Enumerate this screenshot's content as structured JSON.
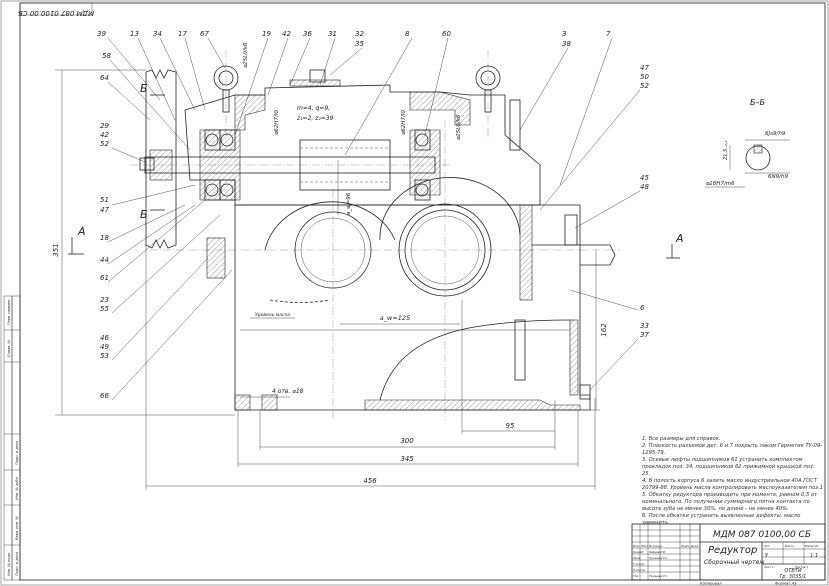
{
  "stamp_top": "МДМ 087 0100.00 СБ",
  "callouts": [
    "39",
    "13",
    "34",
    "17",
    "67",
    "19",
    "42",
    "36",
    "31",
    "32",
    "35",
    "8",
    "60",
    "3",
    "38",
    "7",
    "47",
    "50",
    "52",
    "45",
    "48",
    "58",
    "64",
    "29",
    "42",
    "52",
    "51",
    "47",
    "18",
    "44",
    "61",
    "23",
    "55",
    "46",
    "49",
    "53",
    "66",
    "6",
    "33",
    "37"
  ],
  "dimensions": {
    "d_left_bearing": "⌀25L0/k6",
    "d_housing_left": "⌀62H7/l0",
    "d_housing_right": "⌀62H7/l0",
    "d_right_bearing": "⌀25L0/k6",
    "gear_params_1": "m=4, q=9,",
    "gear_params_2": "z₁=2, z₂=39",
    "aw_worm": "a_w=96",
    "aw_spur": "a_w=125",
    "height_total": "351",
    "height_axis": "162",
    "d300": "300",
    "d345": "345",
    "d456": "456",
    "d95": "95",
    "holes": "4 отв. ⌀18",
    "oil_level": "Уровень масла"
  },
  "section_marks": {
    "a": "А",
    "b": "Б"
  },
  "section_bb": {
    "title": "Б–Б",
    "dim_215": "21,5₋₀,₂",
    "fit_key_top": "6Js9/h9",
    "fit_key_bottom": "6N9/h9",
    "fit_shaft": "⌀18H7/m6"
  },
  "notes": [
    "1. Все размеры для справок.",
    "2. Плоскость разъемов дет. 6 и 7 покрыть лаком Герметик ТУ-09-1295-79.",
    "3. Осевые люфты подшипников 61 устранить комплектом прокладок поз. 34, подшипников 62 прижимной крышкой поз. 25.",
    "4. В полость корпуса 6 залить масло индустриальное 40А ГОСТ 20799-88. Уровень масла контролировать маслоуказателем поз.1",
    "5. Обкатку редуктора производить при моменте, равном 0,5 от номинального. По получении суммарного пятна контакта по высоте зуба не менее 30%, по длине - не менее 40%.",
    "6. После обкатки устранить выявленные дефекты, масло заменить."
  ],
  "title_block": {
    "designation": "МДМ 087 0100.00 СБ",
    "name": "Редуктор",
    "doc_type": "Сборочный чертеж",
    "lit_label": "Лит.",
    "mass_label": "Масса",
    "scale_label": "Масштаб",
    "lit_value": "У",
    "scale_value": "1:1",
    "sheet_label": "Лист 1",
    "sheets_label": "Листов 1",
    "org_1": "ОТВТИ",
    "org_2": "Гр. 3035/1",
    "copied": "Копировал",
    "format": "Формат А1",
    "rows": [
      "Изм.",
      "Лист",
      "№ докум.",
      "Подп.",
      "Дата",
      "Разраб.",
      "Пров.",
      "Т.контр.",
      "Н.контр.",
      "Утв."
    ],
    "names": [
      "Зайцев Р.В.",
      "Лукашев Р.С.",
      "Лукашев Р.С."
    ]
  },
  "margin_cells": [
    "Перв. примен.",
    "Справ. №",
    "Подп. и дата",
    "Инв. № дубл.",
    "Взам. инв. №",
    "Подп. и дата",
    "Инв. № подл."
  ]
}
